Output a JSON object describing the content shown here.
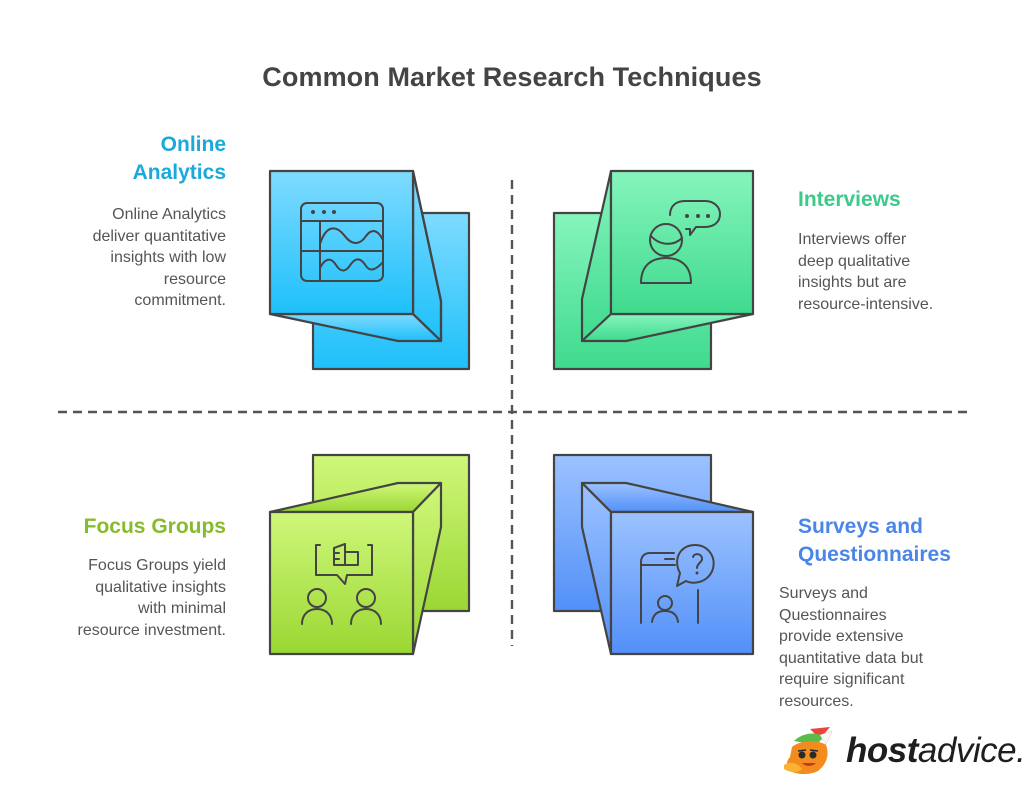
{
  "title": "Common Market Research Techniques",
  "quadrants": [
    {
      "id": "online-analytics",
      "heading_lines": [
        "Online",
        "Analytics"
      ],
      "description_lines": [
        "Online Analytics",
        "deliver quantitative",
        "insights with low",
        "resource",
        "commitment."
      ],
      "color": "#1BA9DB",
      "icon": "analytics-dashboard-icon",
      "position": "top-left"
    },
    {
      "id": "interviews",
      "heading_lines": [
        "Interviews"
      ],
      "description_lines": [
        "Interviews offer",
        "deep qualitative",
        "insights but are",
        "resource-intensive."
      ],
      "color": "#3DC98A",
      "icon": "interview-person-speech-icon",
      "position": "top-right"
    },
    {
      "id": "focus-groups",
      "heading_lines": [
        "Focus Groups"
      ],
      "description_lines": [
        "Focus Groups yield",
        "qualitative insights",
        "with minimal",
        "resource investment."
      ],
      "color": "#86BC2B",
      "icon": "group-discussion-icon",
      "position": "bottom-left"
    },
    {
      "id": "surveys",
      "heading_lines": [
        "Surveys and",
        "Questionnaires"
      ],
      "description_lines": [
        "Surveys and",
        "Questionnaires",
        "provide extensive",
        "quantitative data but",
        "require significant",
        "resources."
      ],
      "color": "#4A86E8",
      "icon": "survey-question-icon",
      "position": "bottom-right"
    }
  ],
  "branding": {
    "logo_bold": "host",
    "logo_regular": "advice.",
    "mascot_icon": "fox-mascot-icon"
  }
}
